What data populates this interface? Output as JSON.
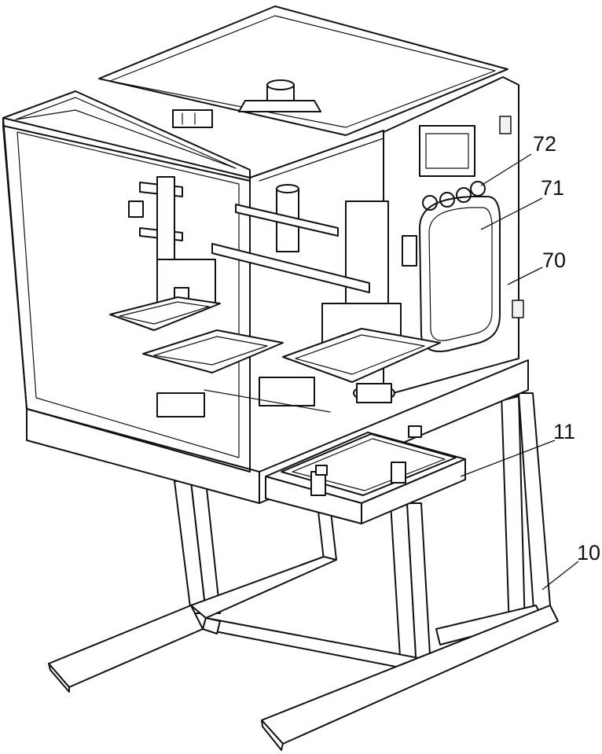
{
  "callouts": {
    "c72": "72",
    "c71": "71",
    "c70": "70",
    "c11": "11",
    "c10": "10"
  }
}
